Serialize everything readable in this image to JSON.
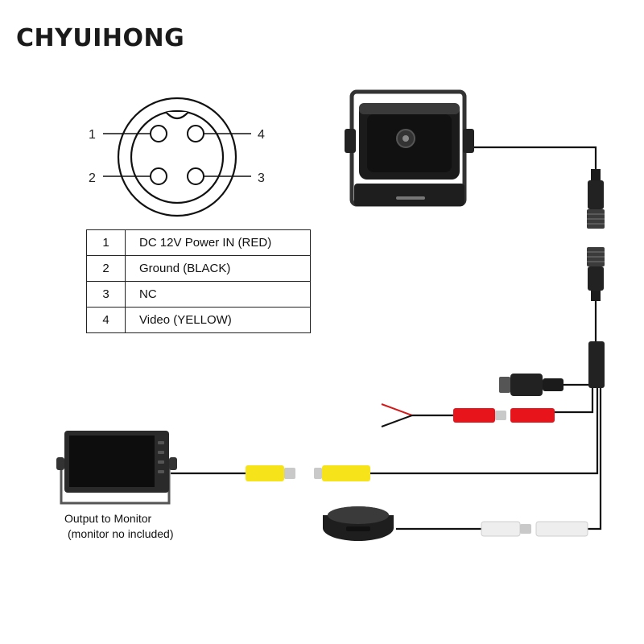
{
  "brand": {
    "name": "CHYUIHONG"
  },
  "connector": {
    "pins": [
      {
        "label": "1",
        "wire": "power"
      },
      {
        "label": "2",
        "wire": "ground"
      },
      {
        "label": "3",
        "wire": "nc"
      },
      {
        "label": "4",
        "wire": "video"
      }
    ]
  },
  "pin_table": {
    "rows": [
      {
        "num": "1",
        "desc": "DC 12V Power IN (RED)"
      },
      {
        "num": "2",
        "desc": "Ground (BLACK)"
      },
      {
        "num": "3",
        "desc": "NC"
      },
      {
        "num": "4",
        "desc": "Video (YELLOW)"
      }
    ]
  },
  "monitor": {
    "caption_line1": "Output to Monitor",
    "caption_line2": "(monitor no included)"
  },
  "colors": {
    "cable": "#111111",
    "power_plug": "#e8141b",
    "video_plug": "#f7e31a",
    "audio_plug": "#eeeeee",
    "connector_body": "#2a2a2a",
    "metal_tip": "#c9c9c9"
  }
}
